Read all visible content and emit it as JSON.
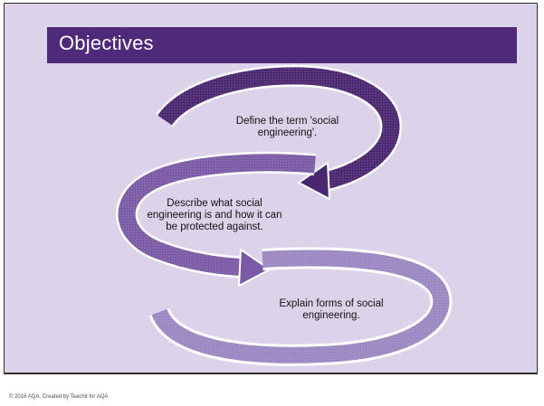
{
  "slide": {
    "title": "Objectives",
    "footer": "© 2016 AQA. Created by Teachit for AQA"
  },
  "steps": [
    {
      "text": "Define the term 'social engineering'."
    },
    {
      "text": "Describe what social engineering is and how it can be protected against."
    },
    {
      "text": "Explain forms of social engineering."
    }
  ],
  "colors": {
    "slide_background": "#dcd3ea",
    "title_bar": "#502a7a",
    "arrow_1": "#4b2670",
    "arrow_2": "#7a5aa4",
    "arrow_3": "#9b86c1"
  }
}
